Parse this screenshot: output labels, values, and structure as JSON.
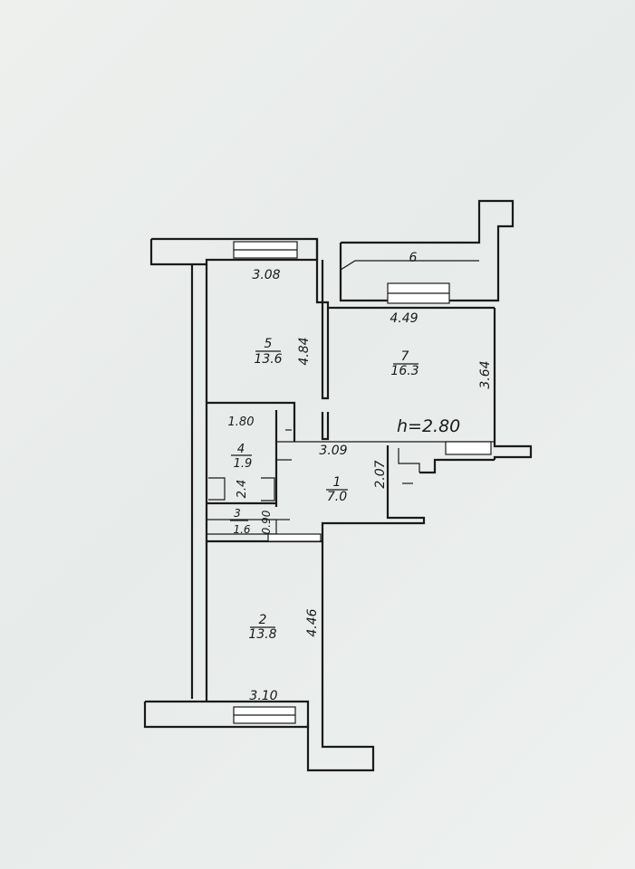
{
  "plan": {
    "ceiling_height": "h=2.80",
    "rooms": [
      {
        "number": "1",
        "area": "7.0"
      },
      {
        "number": "2",
        "area": "13.8"
      },
      {
        "number": "3",
        "area": "1.6"
      },
      {
        "number": "4",
        "area": "1.9"
      },
      {
        "number": "5",
        "area": "13.6"
      },
      {
        "number": "6",
        "area": ""
      },
      {
        "number": "7",
        "area": "16.3"
      }
    ],
    "dimensions": {
      "room5_width": "3.08",
      "room5_length": "4.84",
      "room7_width": "4.49",
      "room7_length": "3.64",
      "room4_width": "1.80",
      "room4_length": "2.4",
      "room3_length": "0.90",
      "hall_width": "3.09",
      "hall_length": "2.07",
      "room2_width": "3.10",
      "room2_length": "4.46"
    }
  }
}
